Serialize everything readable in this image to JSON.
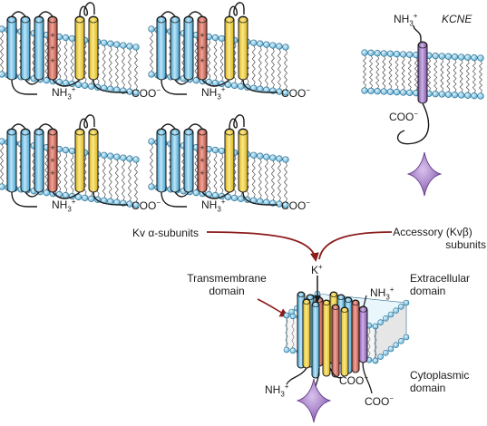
{
  "labels": {
    "kcne": "KCNE",
    "nh3_base": "NH",
    "sub3": "3",
    "plus": "+",
    "coo": "COO",
    "minus": "−",
    "kv_alpha_prefix": "Kv ",
    "alpha": "α",
    "kv_alpha_suffix": "-subunits",
    "accessory_line1": "Accessory (Kvβ)",
    "accessory_line2": "subunits",
    "k_ion": "K",
    "transmembrane_line1": "Transmembrane",
    "transmembrane_line2": "domain",
    "extracellular_line1": "Extracellular",
    "extracellular_line2": "domain",
    "cytoplasmic_line1": "Cytoplasmic",
    "cytoplasmic_line2": "domain",
    "voltage_sensor_charge": "+"
  },
  "colors": {
    "helix_blue": "#6ec3e8",
    "helix_red": "#d66a5c",
    "helix_yellow": "#f4d33c",
    "kcne_purple": "#a57fc4",
    "lipid_head": "#8fcde8",
    "arrow_red": "#8c1c1c",
    "outline": "#1a1a1a"
  },
  "icons": {
    "accessory_subunit": "star-icon",
    "arrow": "arrow-icon"
  }
}
